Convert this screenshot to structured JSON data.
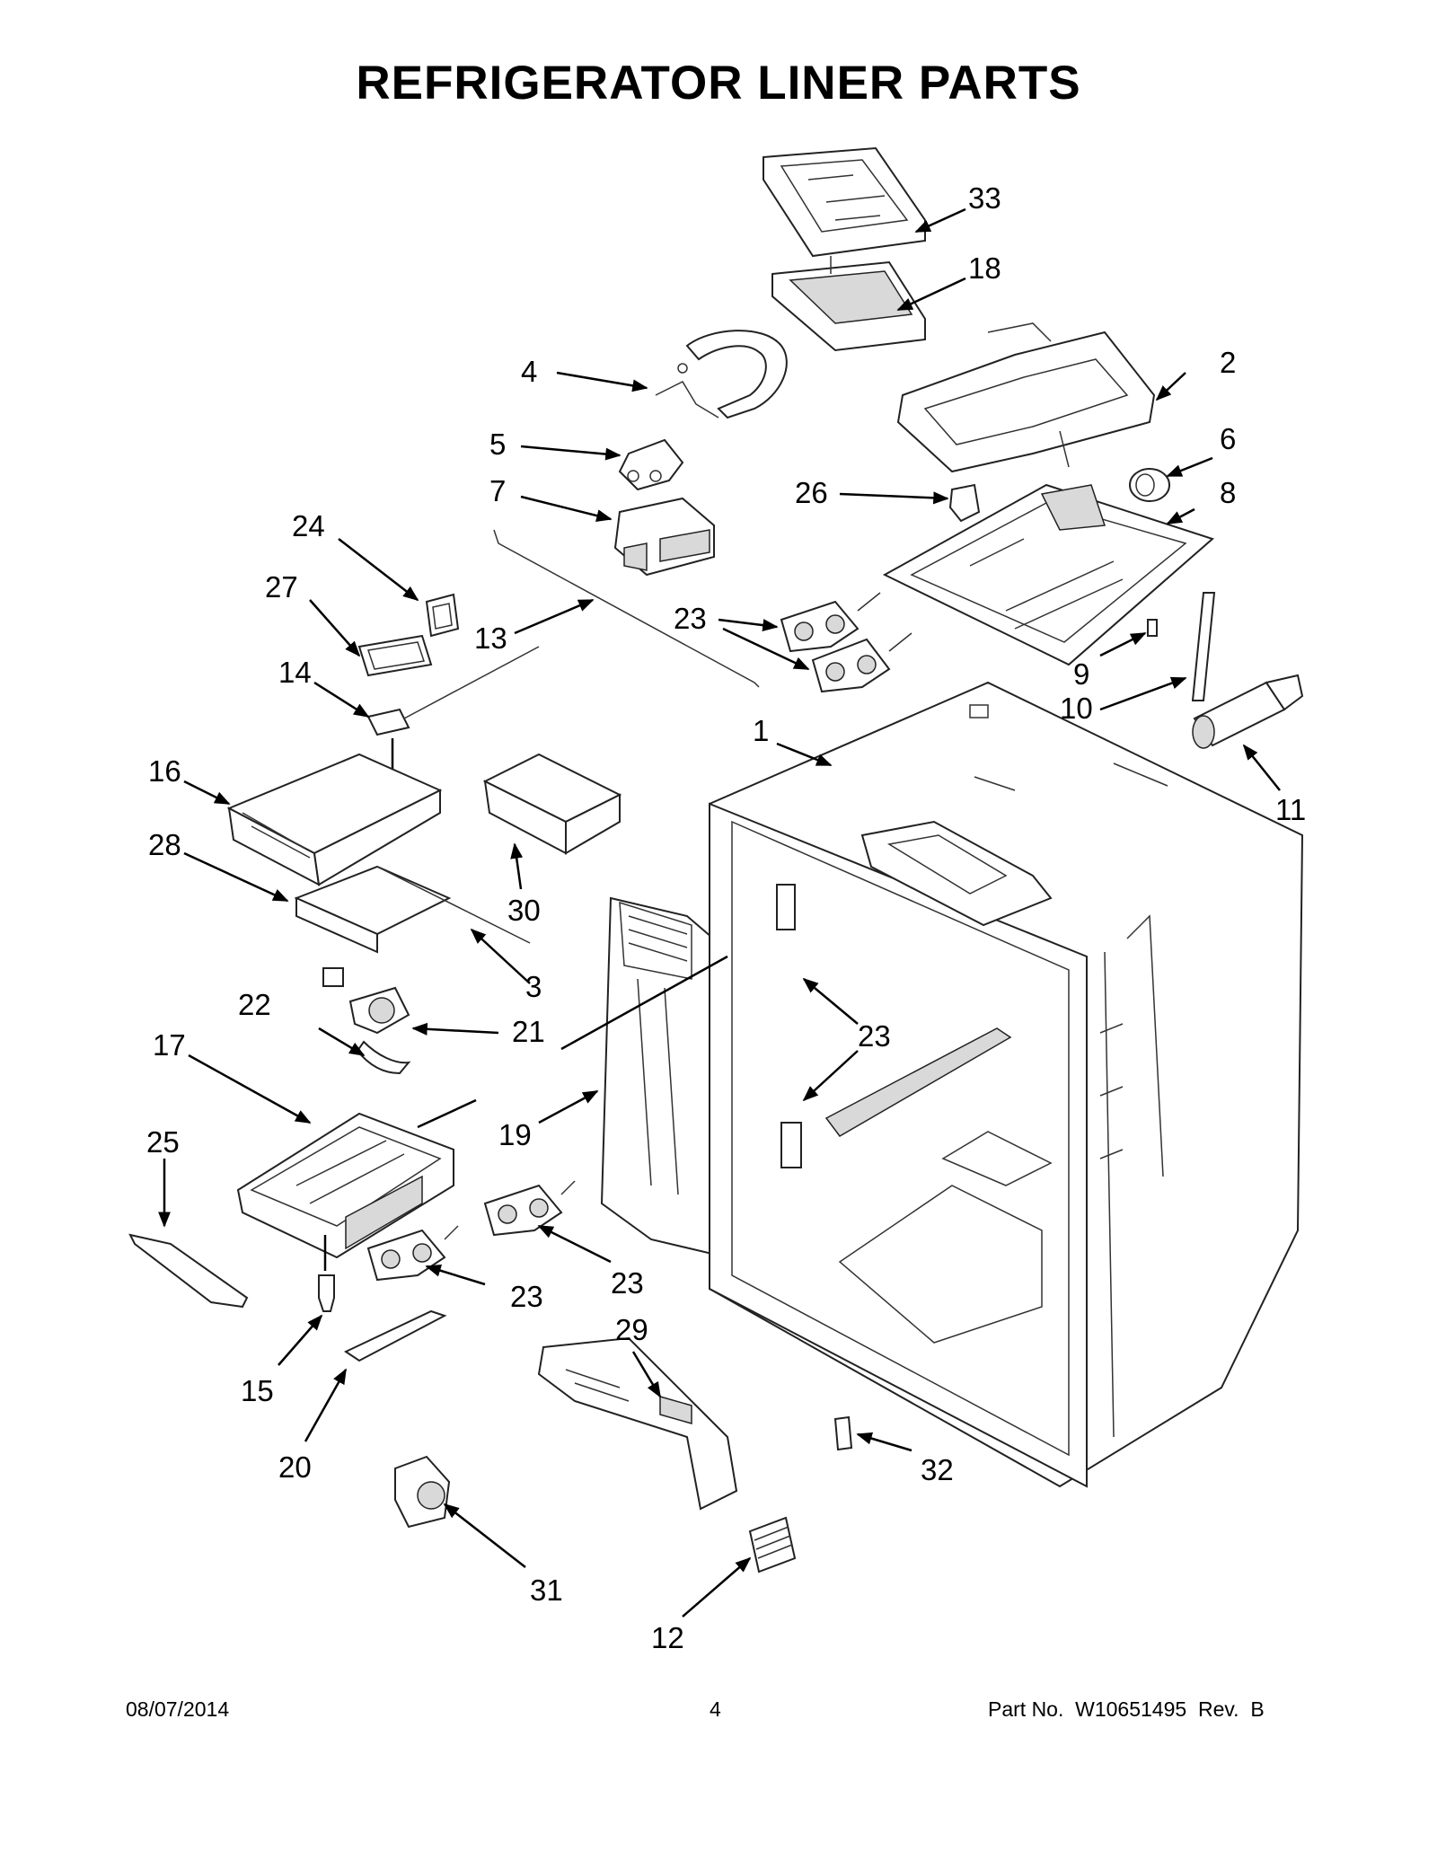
{
  "title": "REFRIGERATOR LINER PARTS",
  "callouts": [
    "33",
    "18",
    "4",
    "2",
    "5",
    "6",
    "7",
    "26",
    "8",
    "24",
    "27",
    "13",
    "23",
    "9",
    "14",
    "10",
    "1",
    "11",
    "16",
    "28",
    "30",
    "3",
    "22",
    "21",
    "17",
    "23",
    "19",
    "25",
    "23",
    "23",
    "29",
    "15",
    "32",
    "20",
    "31",
    "12"
  ],
  "footer": {
    "date": "08/07/2014",
    "page": "4",
    "part_number": "Part No.  W10651495  Rev.  B"
  }
}
